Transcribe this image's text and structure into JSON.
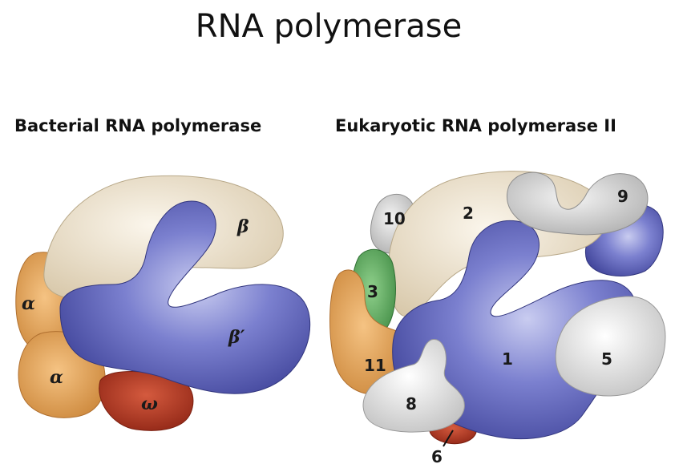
{
  "title": "RNA polymerase",
  "bacterial": {
    "heading": "Bacterial RNA polymerase",
    "labels": {
      "beta": "β",
      "beta_prime": "β′",
      "alpha_top": "α",
      "alpha_bottom": "α",
      "omega": "ω"
    }
  },
  "eukaryotic": {
    "heading": "Eukaryotic RNA polymerase II",
    "labels": {
      "s1": "1",
      "s2": "2",
      "s3": "3",
      "s5": "5",
      "s6": "6",
      "s8": "8",
      "s9": "9",
      "s10": "10",
      "s11": "11"
    }
  },
  "colors": {
    "blue": "#5a5fb8",
    "cream": "#eadfcb",
    "orange": "#e0a04e",
    "red": "#b0321e",
    "green": "#5aa85a",
    "gray": "#d0d0d0",
    "white": "#e8e8e8"
  }
}
